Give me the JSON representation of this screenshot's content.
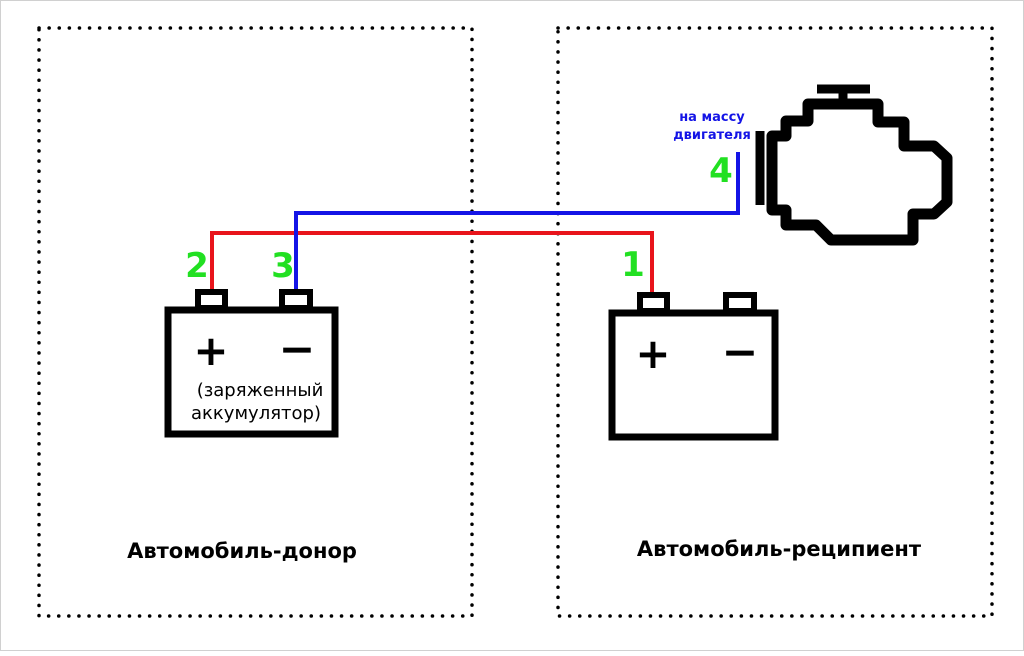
{
  "donor": {
    "caption": "Автомобиль-донор",
    "battery_label_line1": "(заряженный",
    "battery_label_line2": "аккумулятор)",
    "plus": "+",
    "minus": "−"
  },
  "recipient": {
    "caption": "Автомобиль-реципиент",
    "plus": "+",
    "minus": "−"
  },
  "steps": {
    "step1": "1",
    "step2": "2",
    "step3": "3",
    "step4": "4"
  },
  "ground_note": {
    "line1": "на массу",
    "line2": "двигателя"
  },
  "colors": {
    "positive_wire": "#e8141b",
    "negative_wire": "#1414e6",
    "step_number": "#22e022",
    "ground_note": "#1414e6",
    "outline": "#000000"
  },
  "icons": [
    "battery-icon",
    "engine-icon"
  ]
}
